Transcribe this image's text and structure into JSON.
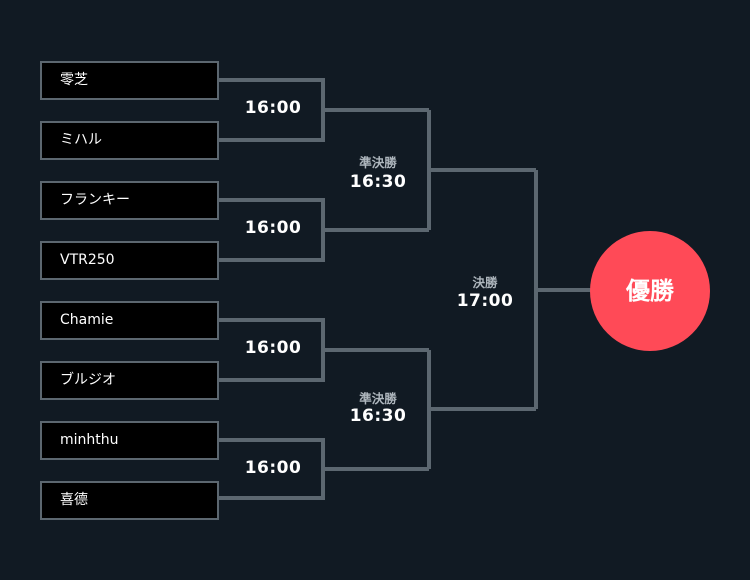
{
  "players": [
    "零芝",
    "ミハル",
    "フランキー",
    "VTR250",
    "Chamie",
    "ブルジオ",
    "minhthu",
    "喜德"
  ],
  "round1": {
    "times": [
      "16:00",
      "16:00",
      "16:00",
      "16:00"
    ]
  },
  "semifinals": [
    {
      "label": "準決勝",
      "time": "16:30"
    },
    {
      "label": "準決勝",
      "time": "16:30"
    }
  ],
  "final": {
    "label": "決勝",
    "time": "17:00"
  },
  "champion": {
    "label": "優勝"
  },
  "colors": {
    "background": "#111a23",
    "line": "#5c6770",
    "player_box": "#000000",
    "champion": "#ff4a57"
  }
}
